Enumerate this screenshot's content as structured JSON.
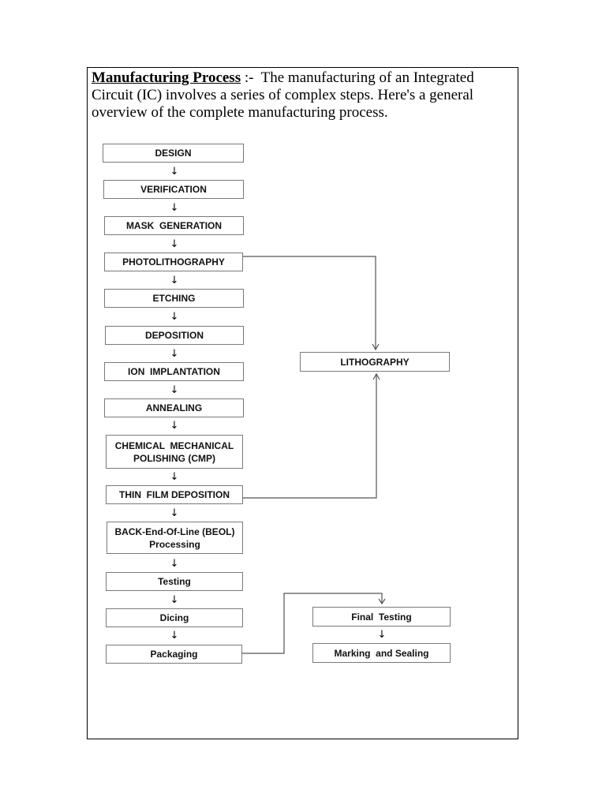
{
  "intro": {
    "title": "Manufacturing Process",
    "separator": " :-  ",
    "text": "The manufacturing of an Integrated Circuit (IC) involves a series of complex steps. Here's a general overview of the complete manufacturing process."
  },
  "arrow_glyph": "↓",
  "flow": {
    "design": "DESIGN",
    "verification": "VERIFICATION",
    "mask_generation": "MASK  GENERATION",
    "photolithography": "PHOTOLITHOGRAPHY",
    "etching": "ETCHING",
    "deposition": "DEPOSITION",
    "ion_implantation": "ION  IMPLANTATION",
    "annealing": "ANNEALING",
    "cmp_line1": "CHEMICAL  MECHANICAL",
    "cmp_line2": "POLISHING (CMP)",
    "thin_film_deposition": "THIN  FILM DEPOSITION",
    "beol_line1": "BACK-End-Of-Line (BEOL)",
    "beol_line2": "Processing",
    "testing": "Testing",
    "dicing": "Dicing",
    "packaging": "Packaging"
  },
  "side": {
    "lithography": "LITHOGRAPHY",
    "final_testing": "Final  Testing",
    "marking_and_sealing": "Marking  and Sealing"
  }
}
